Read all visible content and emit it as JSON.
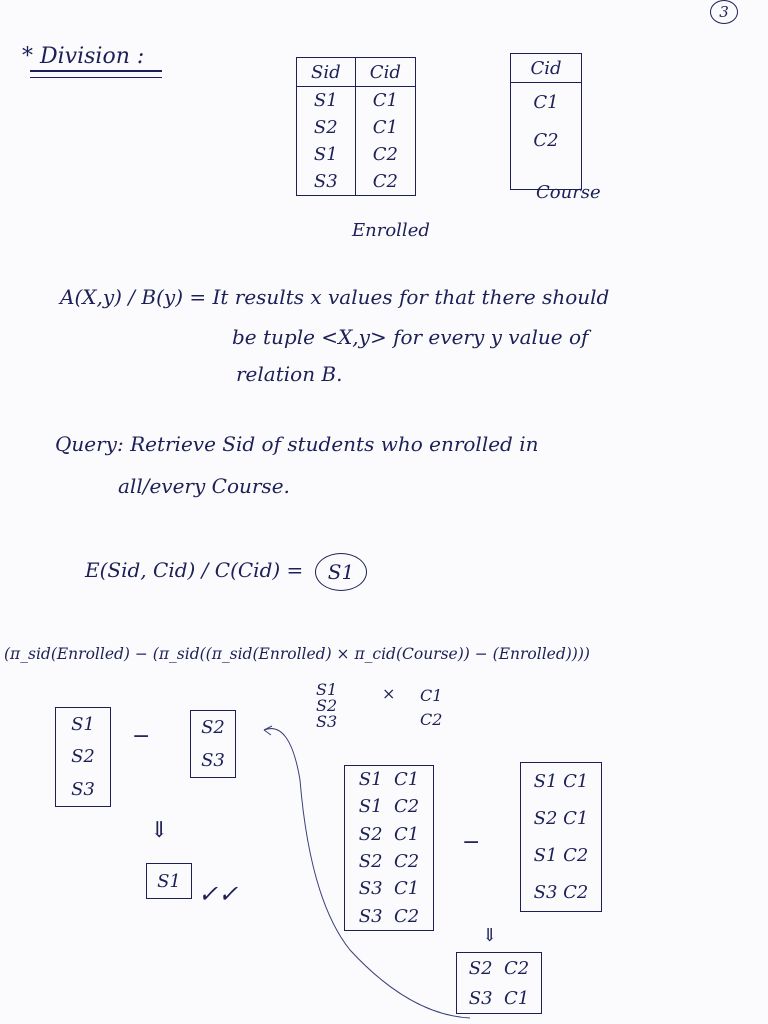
{
  "page_number": "3",
  "title": "* Division :",
  "enrolled": {
    "caption": "Enrolled",
    "columns": [
      "Sid",
      "Cid"
    ],
    "rows": [
      [
        "S1",
        "C1"
      ],
      [
        "S2",
        "C1"
      ],
      [
        "S1",
        "C2"
      ],
      [
        "S3",
        "C2"
      ]
    ]
  },
  "course": {
    "caption": "Course",
    "columns": [
      "Cid"
    ],
    "rows": [
      [
        "C1"
      ],
      [
        "C2"
      ]
    ]
  },
  "definition": {
    "line1": "A(X,y) / B(y) = It results x values for that there should",
    "line2": "be tuple <X,y> for every y value of",
    "line3": "relation B."
  },
  "query": {
    "line1": "Query: Retrieve Sid of students who enrolled in",
    "line2": "all/every Course."
  },
  "division_expr": {
    "lhs": "E(Sid, Cid) / C(Cid) =",
    "result": "S1"
  },
  "ra_expression": "(π_sid(Enrolled) − (π_sid((π_sid(Enrolled) × π_cid(Course)) − (Enrolled))))",
  "cross_product_note": {
    "left": [
      "S1",
      "S2",
      "S3"
    ],
    "op": "×",
    "right": [
      "C1",
      "C2"
    ]
  },
  "step_left": {
    "box_a": [
      "S1",
      "S2",
      "S3"
    ],
    "minus": "−",
    "box_b": [
      "S2",
      "S3"
    ],
    "arrow": "⇓",
    "result": "S1",
    "check": "✓✓"
  },
  "step_right": {
    "box_a": [
      [
        "S1",
        "C1"
      ],
      [
        "S1",
        "C2"
      ],
      [
        "S2",
        "C1"
      ],
      [
        "S2",
        "C2"
      ],
      [
        "S3",
        "C1"
      ],
      [
        "S3",
        "C2"
      ]
    ],
    "minus": "−",
    "box_b": [
      [
        "S1",
        "C1"
      ],
      [
        "S2",
        "C1"
      ],
      [
        "S1",
        "C2"
      ],
      [
        "S3",
        "C2"
      ]
    ],
    "arrow": "⇓",
    "result": [
      [
        "S2",
        "C2"
      ],
      [
        "S3",
        "C1"
      ]
    ]
  }
}
